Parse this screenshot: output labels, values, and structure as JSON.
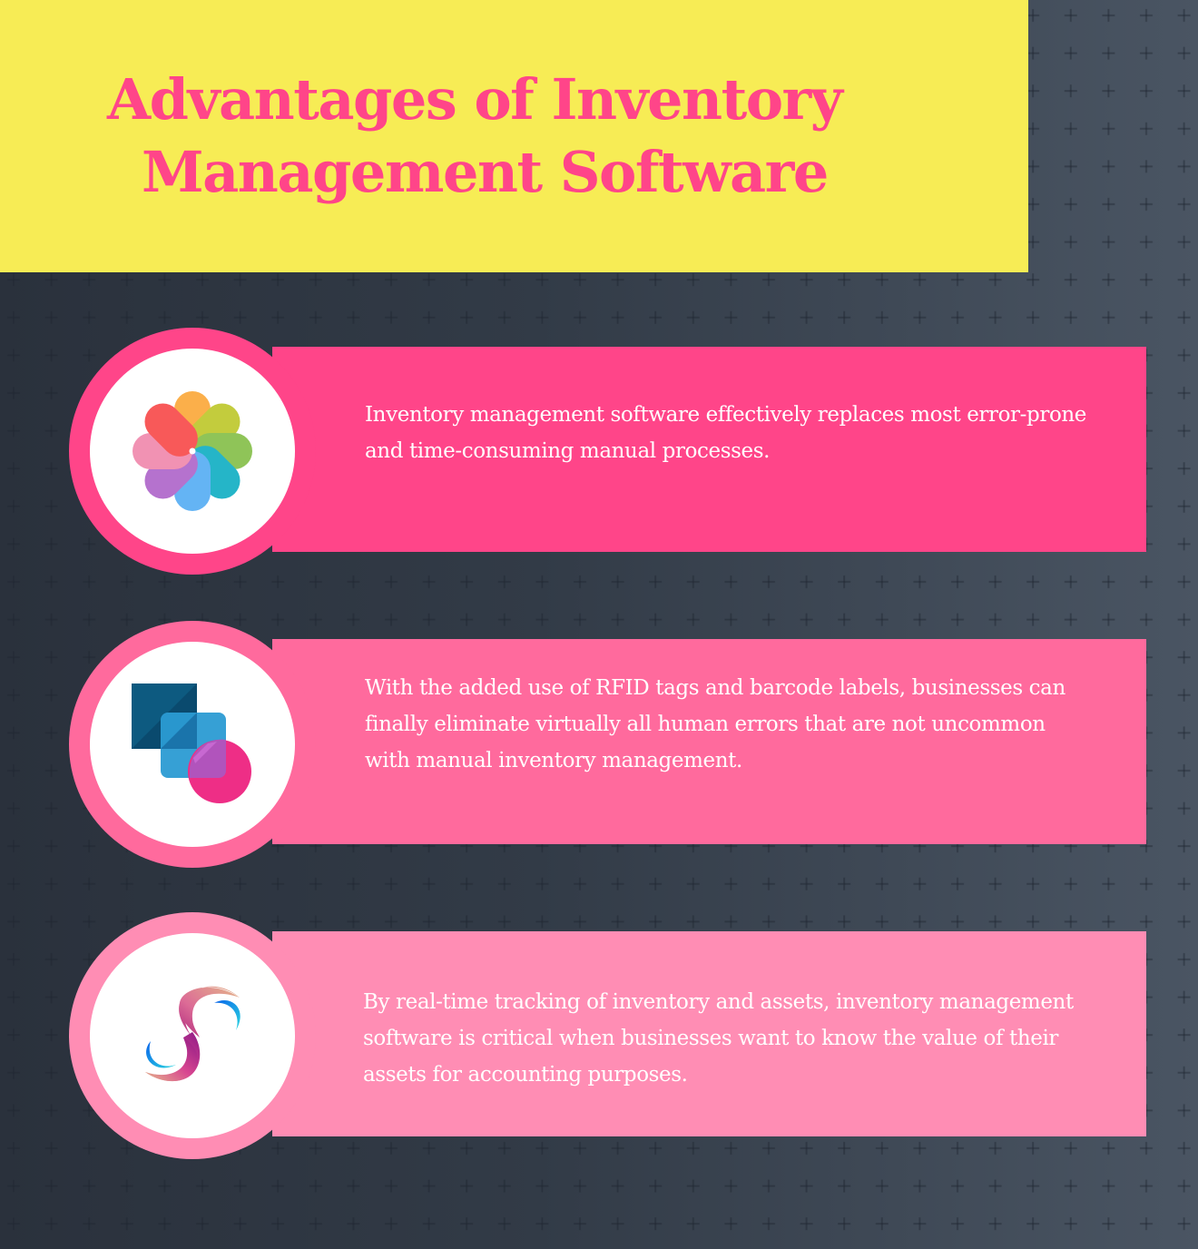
{
  "header": {
    "title_line1": "Advantages of Inventory",
    "title_line2": "Management Software",
    "background_color": "#f7ec55",
    "title_color": "#ff4589"
  },
  "background": {
    "gradient_start": "#2a313c",
    "gradient_end": "#4a5563",
    "pattern": "plus-grid"
  },
  "cards": [
    {
      "icon": "photos-flower-icon",
      "color": "#ff4589",
      "text": "Inventory management software effectively replaces most error-prone and time-consuming manual processes."
    },
    {
      "icon": "overlapping-shapes-icon",
      "color": "#ff6a9d",
      "text": "With the added use of RFID tags and barcode labels, businesses can finally eliminate virtually all human errors that are not uncommon with manual inventory management."
    },
    {
      "icon": "swirl-s-logo-icon",
      "color": "#ff8db4",
      "text": "By real-time tracking of inventory and assets, inventory management software is critical when businesses want to know the value of their assets for accounting purposes."
    }
  ]
}
